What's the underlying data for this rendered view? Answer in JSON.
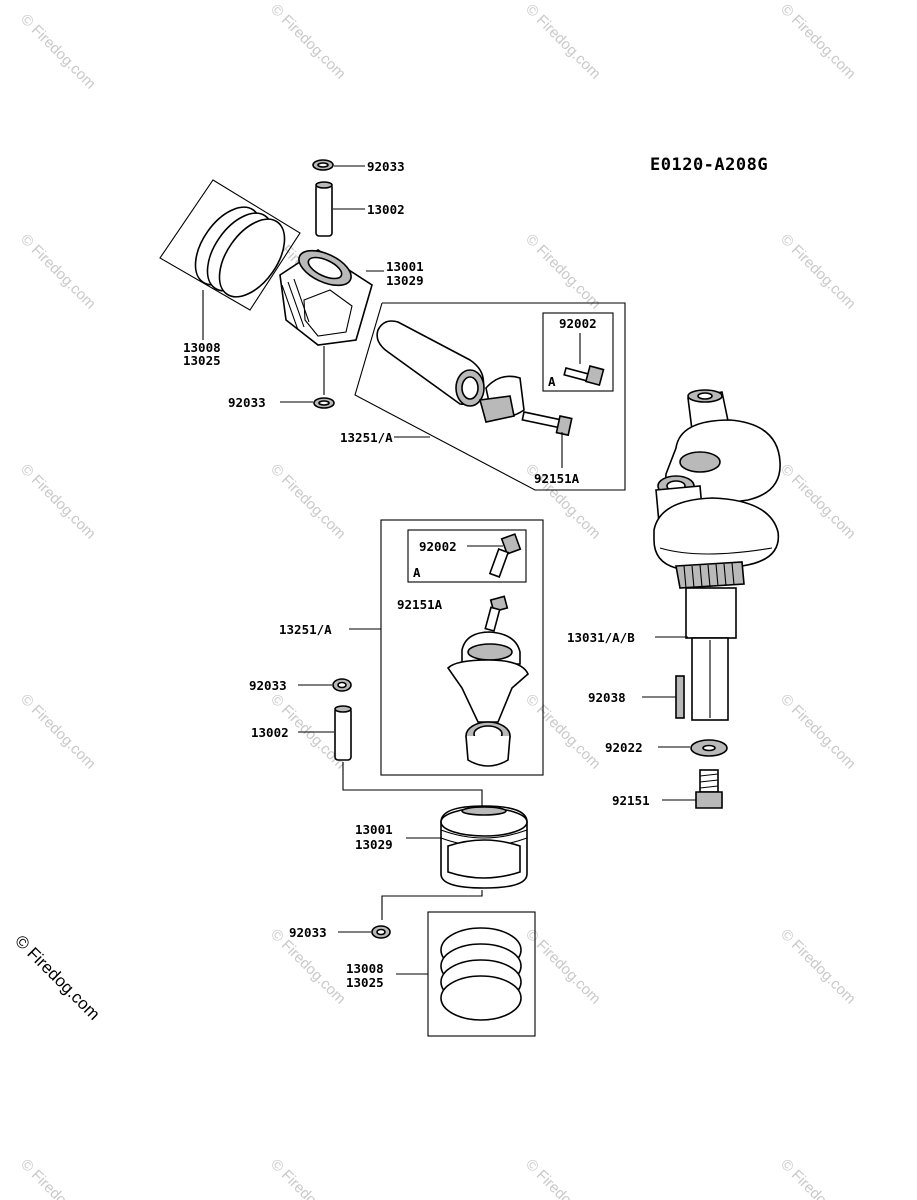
{
  "diagram": {
    "code": "E0120-A208G",
    "watermark": "© Firedog.com",
    "labels": {
      "clip_top_upper": "92033",
      "pin_upper": "13002",
      "piston_upper_a": "13001",
      "piston_upper_b": "13029",
      "rings_upper_a": "13008",
      "rings_upper_b": "13025",
      "clip_bottom_upper": "92033",
      "rod_upper": "13251/A",
      "bolt_box_upper": "92002",
      "box_letter_upper": "A",
      "bolt_upper": "92151A",
      "bolt_box_lower": "92002",
      "box_letter_lower": "A",
      "bolt_lower": "92151A",
      "rod_lower": "13251/A",
      "clip_lower_1": "92033",
      "pin_lower": "13002",
      "piston_lower_a": "13001",
      "piston_lower_b": "13029",
      "clip_lower_2": "92033",
      "rings_lower_a": "13008",
      "rings_lower_b": "13025",
      "crankshaft": "13031/A/B",
      "key": "92038",
      "washer": "92022",
      "crank_bolt": "92151"
    }
  }
}
